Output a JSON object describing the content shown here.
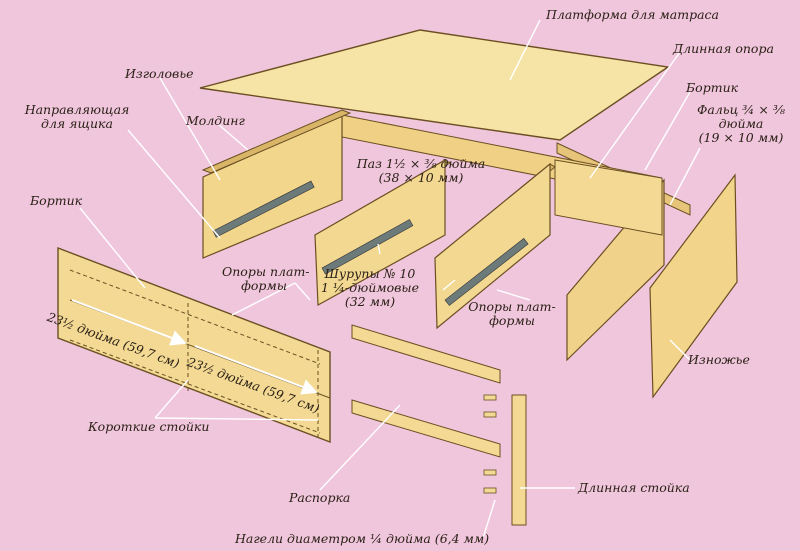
{
  "labels": {
    "platform": "Платформа для матраса",
    "long_support": "Длинная опора",
    "headboard": "Изголовье",
    "side_right": "Бортик",
    "rabbet_1": "Фальц ¾ × ⅜",
    "rabbet_2": "дюйма",
    "rabbet_3": "(19 × 10 мм)",
    "guide_1": "Направляющая",
    "guide_2": "для ящика",
    "molding": "Молдинг",
    "groove_1": "Паз 1½ × ⅜ дюйма",
    "groove_2": "(38 × 10 мм)",
    "side_left": "Бортик",
    "platform_supports_left_1": "Опоры плат-",
    "platform_supports_left_2": "формы",
    "screws_1": "Шурупы № 10",
    "screws_2": "1 ¼-дюймовые",
    "screws_3": "(32 мм)",
    "platform_supports_right_1": "Опоры плат-",
    "platform_supports_right_2": "формы",
    "dim_1": "23½ дюйма (59,7 см)",
    "dim_2": "23½ дюйма (59,7 см)",
    "footboard": "Изножье",
    "short_posts": "Короткие стойки",
    "spacer": "Распорка",
    "long_post": "Длинная стойка",
    "dowels": "Нагели диаметром ¼ дюйма (6,4 мм)"
  },
  "colors": {
    "background": "#f0c6dc",
    "wood_light": "#f4dc98",
    "wood_mid": "#efd085",
    "wood_dark": "#d8b060",
    "edge": "#6b4f22",
    "slide": "#5a6a6a"
  }
}
